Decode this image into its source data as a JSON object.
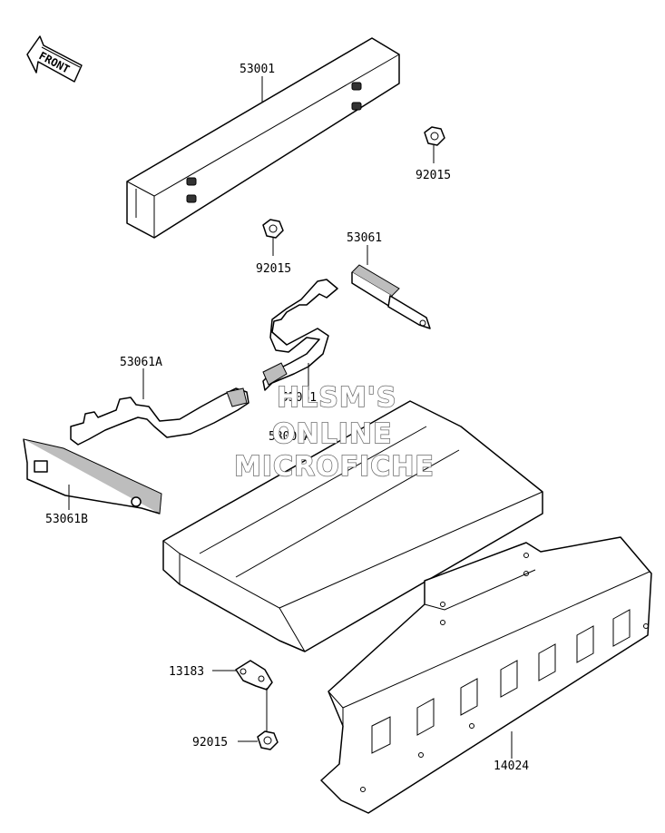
{
  "front_arrow": {
    "label": "FRONT",
    "icon": "front-arrow-icon"
  },
  "part_labels": {
    "p53001": "53001",
    "p92015_top": "92015",
    "p92015_mid": "92015",
    "p53061": "53061",
    "p53061A": "53061A",
    "p53061_center": "53061",
    "p53001A": "53001A",
    "p53061B": "53061B",
    "p13183": "13183",
    "p92015_bottom": "92015",
    "p14024": "14024"
  },
  "watermark": {
    "line1": "HLSM'S",
    "line2": "ONLINE",
    "line3": "MICROFICHE"
  }
}
